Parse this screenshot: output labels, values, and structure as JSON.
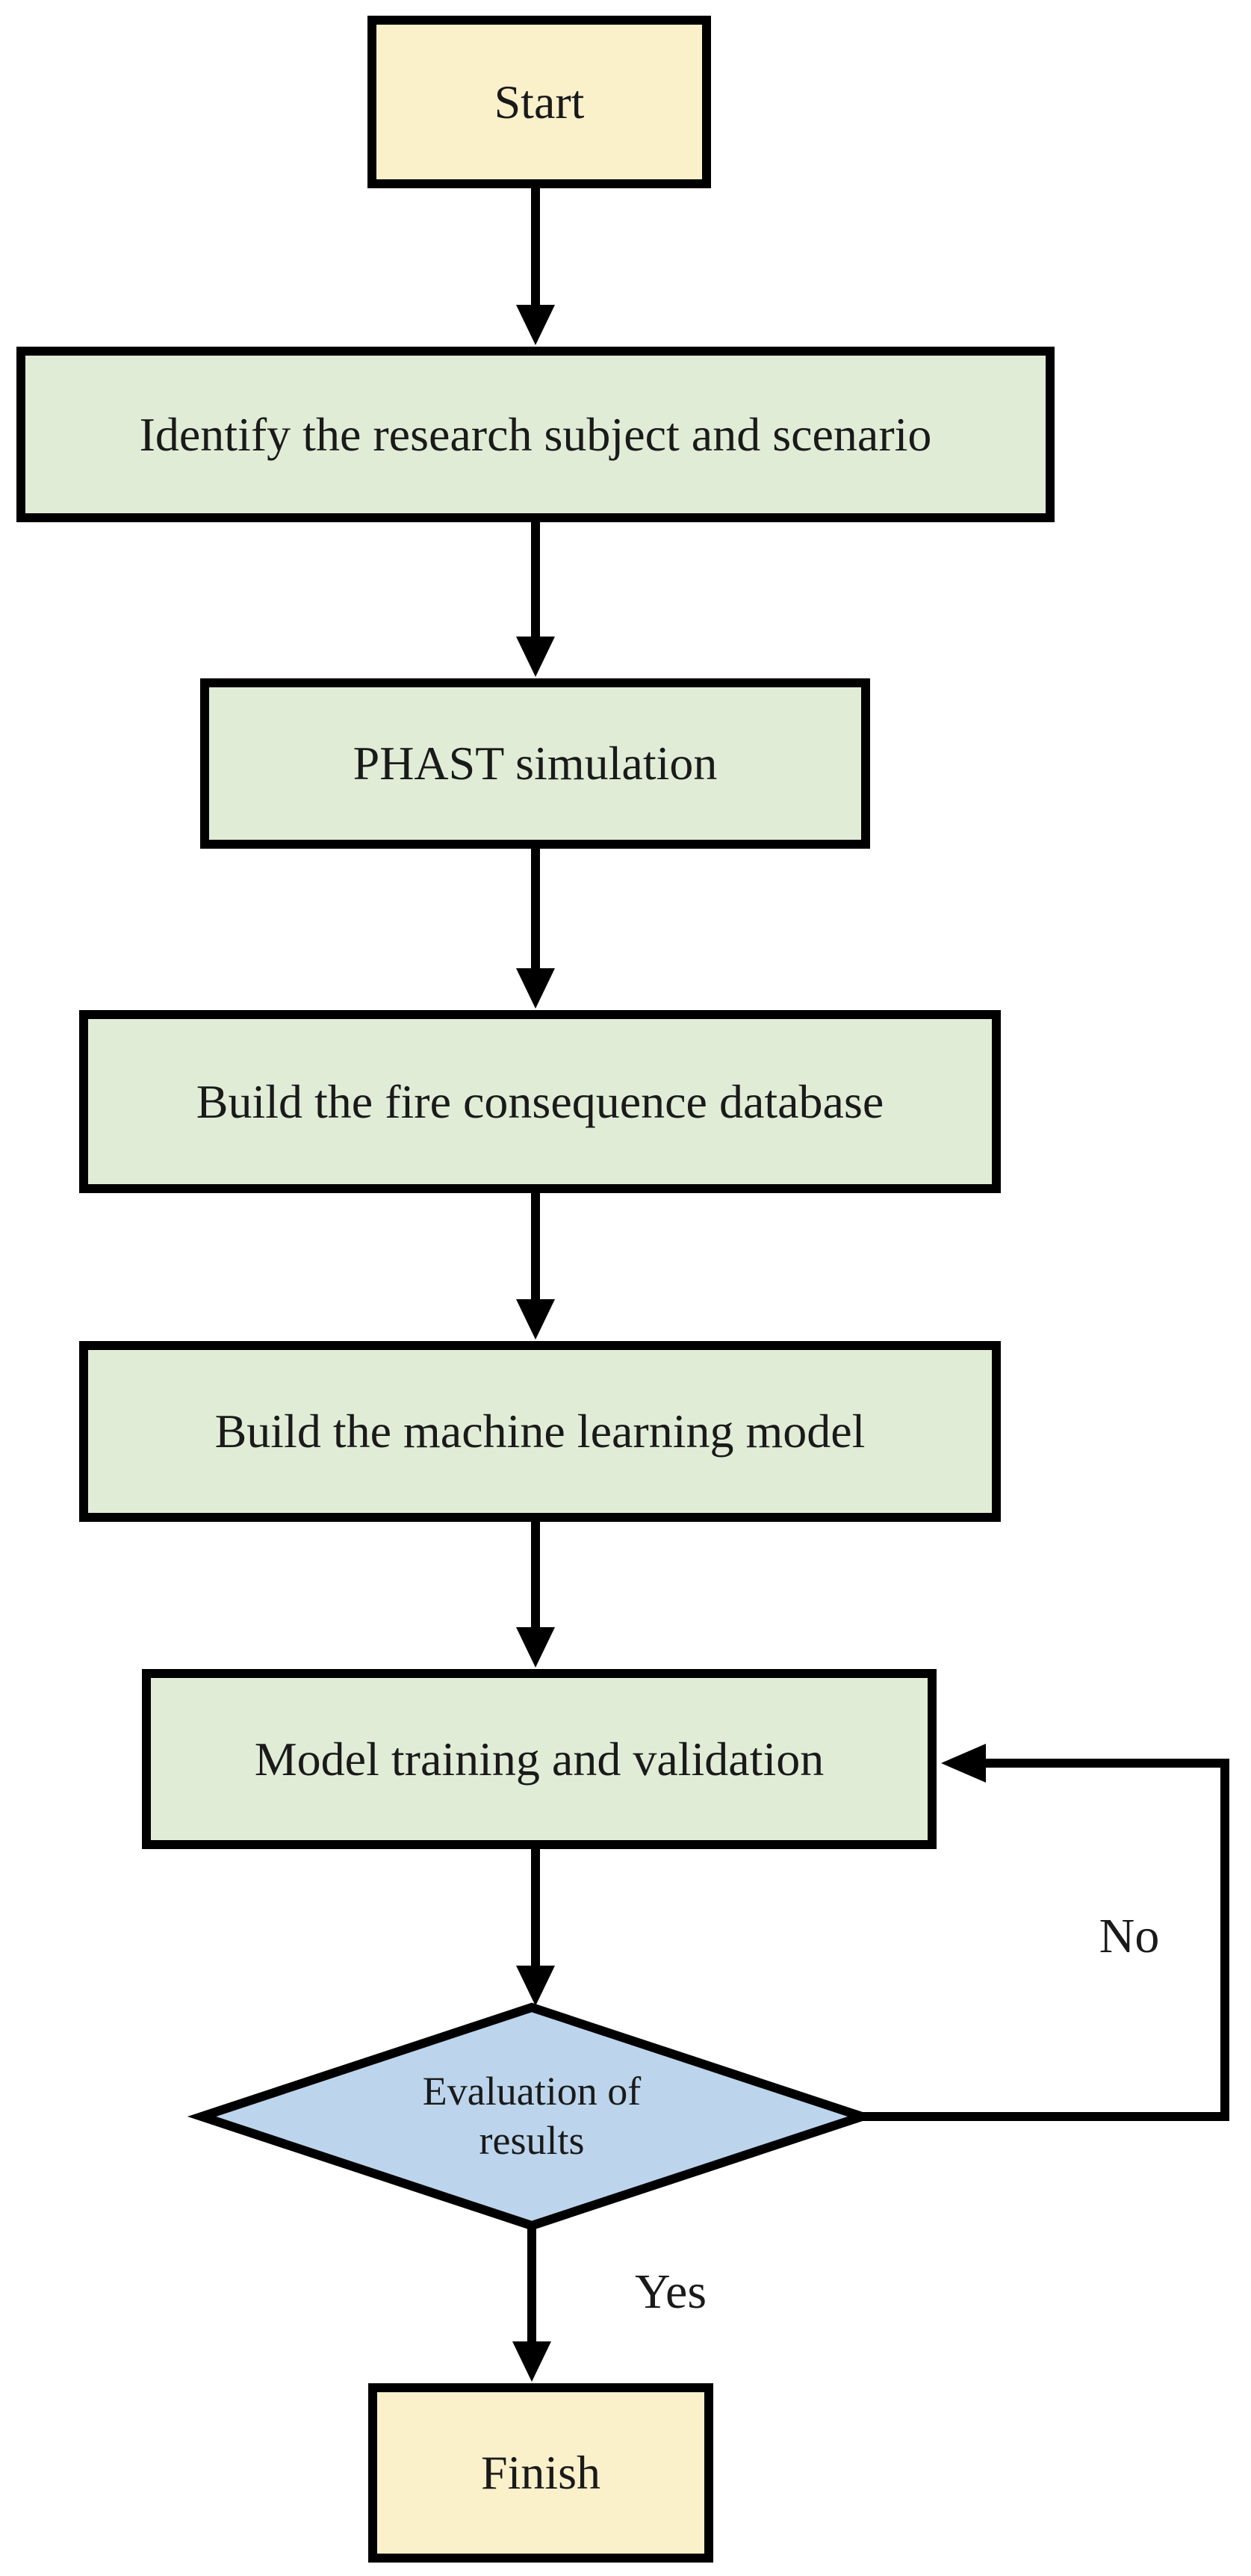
{
  "flowchart": {
    "nodes": [
      {
        "id": "start",
        "label": "Start",
        "shape": "rectangle",
        "fill": "#FAF0CA"
      },
      {
        "id": "identify",
        "label": "Identify the research subject and scenario",
        "shape": "rectangle",
        "fill": "#E1ECD7"
      },
      {
        "id": "phast",
        "label": "PHAST simulation",
        "shape": "rectangle",
        "fill": "#E1ECD7"
      },
      {
        "id": "database",
        "label": "Build the fire consequence database",
        "shape": "rectangle",
        "fill": "#E1ECD7"
      },
      {
        "id": "ml-model",
        "label": "Build the machine learning model",
        "shape": "rectangle",
        "fill": "#E1ECD7"
      },
      {
        "id": "training",
        "label": "Model training and validation",
        "shape": "rectangle",
        "fill": "#E1ECD7"
      },
      {
        "id": "evaluation",
        "label": "Evaluation of results",
        "label_lines": [
          "Evaluation of",
          "results"
        ],
        "shape": "diamond",
        "fill": "#BCD5EC"
      },
      {
        "id": "finish",
        "label": "Finish",
        "shape": "rectangle",
        "fill": "#FAF0CA"
      }
    ],
    "edge_labels": {
      "no": "No",
      "yes": "Yes"
    },
    "colors": {
      "line": "#000000",
      "text": "#1a1a1a",
      "terminator_fill": "#FAF0CA",
      "process_fill": "#E1ECD7",
      "decision_fill": "#BCD5EC",
      "background": "#ffffff"
    }
  }
}
